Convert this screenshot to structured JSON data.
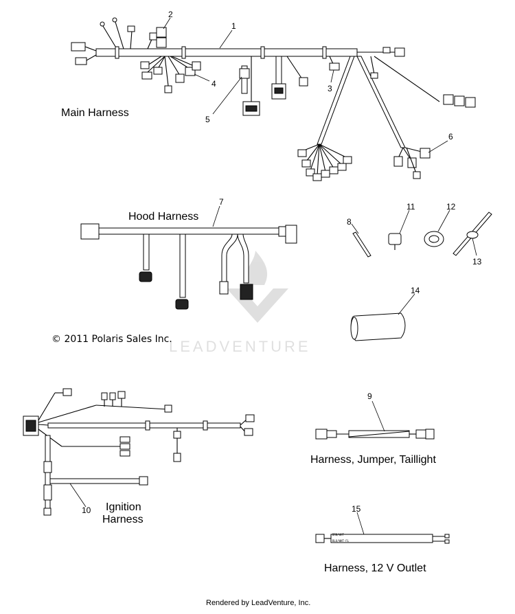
{
  "labels": {
    "main_harness": "Main Harness",
    "hood_harness": "Hood Harness",
    "ignition_harness_line1": "Ignition",
    "ignition_harness_line2": "Harness",
    "jumper_taillight": "Harness, Jumper, Taillight",
    "outlet_12v": "Harness, 12 V Outlet",
    "copyright": "© 2011 Polaris Sales Inc.",
    "watermark": "LEADVENTURE",
    "footer": "Rendered by LeadVenture, Inc."
  },
  "callouts": [
    "1",
    "2",
    "3",
    "4",
    "5",
    "6",
    "7",
    "8",
    "9",
    "10",
    "11",
    "12",
    "13",
    "14",
    "15"
  ]
}
